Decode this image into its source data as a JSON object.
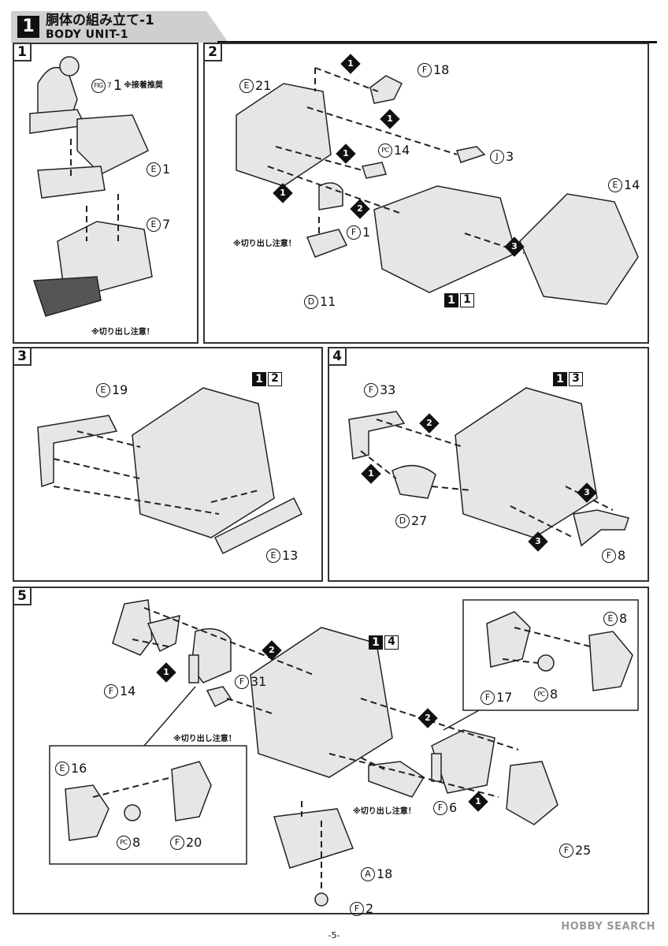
{
  "header": {
    "step": "1",
    "title_jp": "胴体の組み立て-1",
    "title_en": "BODY UNIT-1"
  },
  "panels": [
    {
      "num": "1",
      "labels": [
        {
          "letter": "FIG",
          "num": "7",
          "suffix": "1",
          "extra": "※接着推奨"
        },
        {
          "letter": "E",
          "num": "1"
        },
        {
          "letter": "E",
          "num": "7"
        }
      ],
      "notes": [
        "※切り出し注意！"
      ]
    },
    {
      "num": "2",
      "labels": [
        {
          "letter": "F",
          "num": "18"
        },
        {
          "letter": "E",
          "num": "21"
        },
        {
          "letter": "PC",
          "num": "14"
        },
        {
          "letter": "J",
          "num": "3"
        },
        {
          "letter": "E",
          "num": "14"
        },
        {
          "letter": "F",
          "num": "1"
        },
        {
          "letter": "D",
          "num": "11"
        }
      ],
      "notes": [
        "※切り出し注意！"
      ],
      "markers": [
        "1",
        "1",
        "1",
        "1",
        "2",
        "3"
      ],
      "ref": [
        "1",
        "1"
      ]
    },
    {
      "num": "3",
      "labels": [
        {
          "letter": "E",
          "num": "19"
        },
        {
          "letter": "E",
          "num": "13"
        }
      ],
      "ref": [
        "1",
        "2"
      ]
    },
    {
      "num": "4",
      "labels": [
        {
          "letter": "F",
          "num": "33"
        },
        {
          "letter": "D",
          "num": "27"
        },
        {
          "letter": "F",
          "num": "8"
        }
      ],
      "markers": [
        "2",
        "1",
        "3",
        "3"
      ],
      "ref": [
        "1",
        "3"
      ]
    },
    {
      "num": "5",
      "labels": [
        {
          "letter": "F",
          "num": "14"
        },
        {
          "letter": "F",
          "num": "31"
        },
        {
          "letter": "E",
          "num": "8"
        },
        {
          "letter": "F",
          "num": "17"
        },
        {
          "letter": "PC",
          "num": "8"
        },
        {
          "letter": "E",
          "num": "16"
        },
        {
          "letter": "PC",
          "num": "8"
        },
        {
          "letter": "F",
          "num": "20"
        },
        {
          "letter": "F",
          "num": "6"
        },
        {
          "letter": "A",
          "num": "18"
        },
        {
          "letter": "F",
          "num": "25"
        },
        {
          "letter": "F",
          "num": "2"
        }
      ],
      "notes": [
        "※切り出し注意！",
        "※切り出し注意！"
      ],
      "markers": [
        "2",
        "1",
        "2",
        "1"
      ],
      "ref": [
        "1",
        "4"
      ]
    }
  ],
  "footer": {
    "page": "-5-",
    "watermark": "HOBBY SEARCH"
  }
}
